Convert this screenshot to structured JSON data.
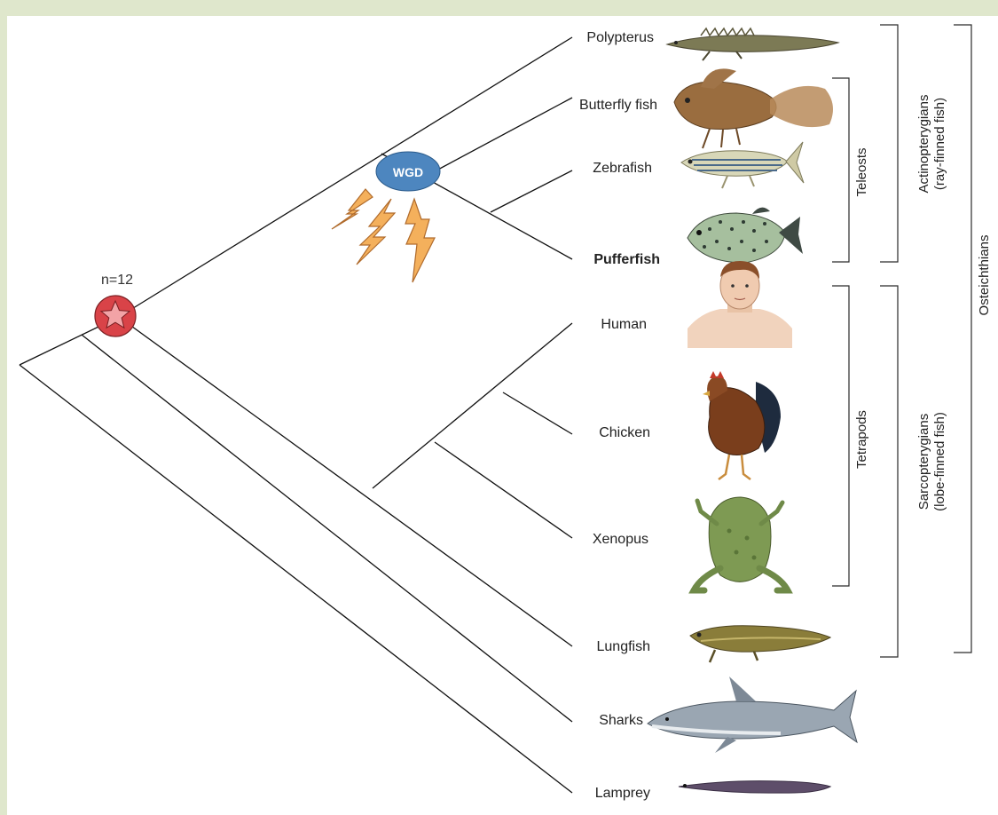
{
  "taxa": {
    "polypterus": "Polypterus",
    "butterfly_fish": "Butterfly fish",
    "zebrafish": "Zebrafish",
    "pufferfish": "Pufferfish",
    "human": "Human",
    "chicken": "Chicken",
    "xenopus": "Xenopus",
    "lungfish": "Lungfish",
    "sharks": "Sharks",
    "lamprey": "Lamprey"
  },
  "markers": {
    "wgd": "WGD",
    "chromosome_count": "n=12"
  },
  "groups": {
    "teleosts": "Teleosts",
    "tetrapods": "Tetrapods",
    "actinopterygians": "Actinopterygians",
    "actinopterygians_sub": "(ray-finned fish)",
    "sarcopterygians": "Sarcopterygians",
    "sarcopterygians_sub": "(lobe-finned fish)",
    "osteichthians": "Osteichthians"
  },
  "colors": {
    "background": "#dfe7cc",
    "wgd_oval": "#4d86bf",
    "star_circle": "#d94348",
    "star_fill": "#f2a3a6",
    "lightning": "#f4b05c"
  },
  "illustrations": [
    "polypterus-illustration",
    "butterfly-fish-illustration",
    "zebrafish-illustration",
    "pufferfish-illustration",
    "human-illustration",
    "chicken-illustration",
    "xenopus-illustration",
    "lungfish-illustration",
    "shark-illustration",
    "lamprey-illustration"
  ]
}
